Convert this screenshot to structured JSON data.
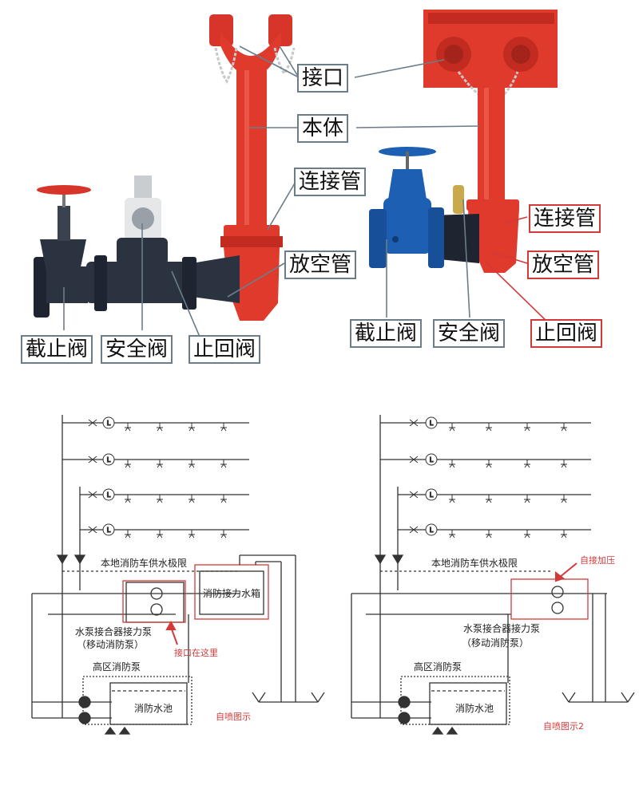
{
  "photo_labels": {
    "left": {
      "interface": "接口",
      "body": "本体",
      "connect_pipe": "连接管",
      "vent_pipe": "放空管",
      "stop_valve": "截止阀",
      "safety_valve": "安全阀",
      "check_valve": "止回阀"
    },
    "right": {
      "connect_pipe": "连接管",
      "vent_pipe": "放空管",
      "stop_valve": "截止阀",
      "safety_valve": "安全阀",
      "check_valve": "止回阀"
    }
  },
  "diagrams": {
    "left": {
      "local_limit": "本地消防车供水极限",
      "relay_tank": "消防接力水箱",
      "pump_adapter": "水泵接合器接力泵",
      "mobile_pump": "（移动消防泵）",
      "high_zone_pump": "高区消防泵",
      "fire_pool": "消防水池",
      "connect_here": "接口在这里",
      "caption": "自喷图示"
    },
    "right": {
      "local_limit": "本地消防车供水极限",
      "auto_pressurize": "自接加压",
      "pump_adapter": "水泵接合器接力泵",
      "mobile_pump": "（移动消防泵）",
      "high_zone_pump": "高区消防泵",
      "fire_pool": "消防水池",
      "caption": "自喷图示2"
    }
  },
  "colors": {
    "hydrant_red": "#e03a2c",
    "valve_dark": "#2c3340",
    "valve_blue": "#1d5fb3",
    "label_border": "#6a7d88",
    "annotation_red": "#d23a3a"
  }
}
